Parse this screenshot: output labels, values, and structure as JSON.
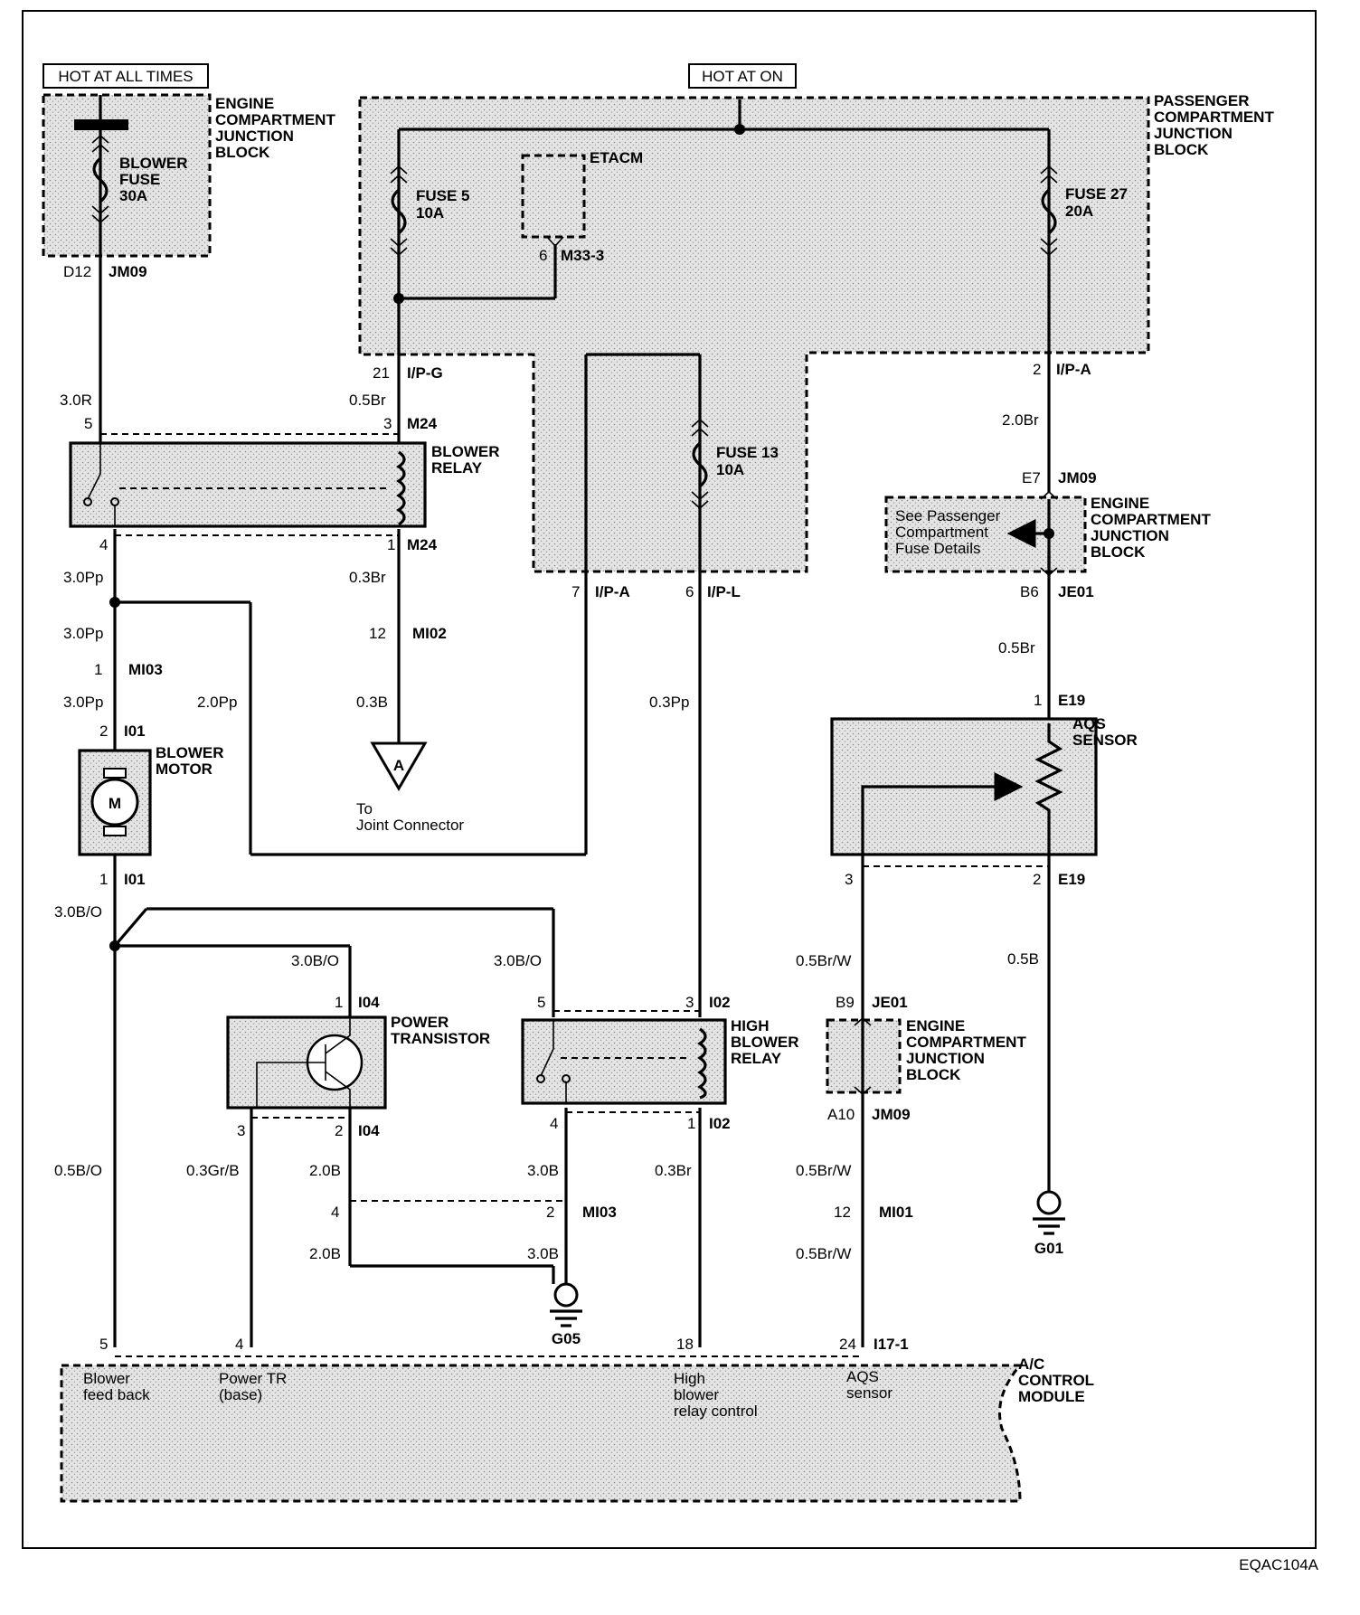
{
  "diagram_id": "EQAC104A",
  "power_labels": {
    "hot_always": "HOT AT ALL TIMES",
    "hot_on": "HOT AT ON"
  },
  "blocks": {
    "ecjb_top": [
      "ENGINE",
      "COMPARTMENT",
      "JUNCTION",
      "BLOCK"
    ],
    "pcjb": [
      "PASSENGER",
      "COMPARTMENT",
      "JUNCTION",
      "BLOCK"
    ],
    "ecjb_mid": [
      "ENGINE",
      "COMPARTMENT",
      "JUNCTION",
      "BLOCK"
    ],
    "ecjb_low": [
      "ENGINE",
      "COMPARTMENT",
      "JUNCTION",
      "BLOCK"
    ],
    "etacm": "ETACM",
    "see_details": [
      "See Passenger",
      "Compartment",
      "Fuse Details"
    ]
  },
  "fuses": {
    "blower": [
      "BLOWER",
      "FUSE",
      "30A"
    ],
    "fuse5": [
      "FUSE 5",
      "10A"
    ],
    "fuse27": [
      "FUSE 27",
      "20A"
    ],
    "fuse13": [
      "FUSE 13",
      "10A"
    ]
  },
  "components": {
    "blower_relay": [
      "BLOWER",
      "RELAY"
    ],
    "blower_motor": [
      "BLOWER",
      "MOTOR"
    ],
    "motor_symbol": "M",
    "power_transistor": [
      "POWER",
      "TRANSISTOR"
    ],
    "high_blower_relay": [
      "HIGH",
      "BLOWER",
      "RELAY"
    ],
    "aqs_sensor": [
      "AQS",
      "SENSOR"
    ],
    "ac_control_module": [
      "A/C",
      "CONTROL",
      "MODULE"
    ],
    "joint_symbol": "A",
    "joint_connector": [
      "To",
      "Joint Connector"
    ]
  },
  "grounds": {
    "g05": "G05",
    "g01": "G01"
  },
  "module_pins": {
    "blower_feedback": [
      "Blower",
      "feed back"
    ],
    "power_tr": [
      "Power TR",
      "(base)"
    ],
    "high_blower": [
      "High",
      "blower",
      "relay control"
    ],
    "aqs": [
      "AQS",
      "sensor"
    ]
  },
  "pins": {
    "d12": "D12",
    "jm09_a": "JM09",
    "p21": "21",
    "ipg": "I/P-G",
    "p6_m333": "6",
    "m333": "M33-3",
    "p2_ipa": "2",
    "ipa_top": "I/P-A",
    "p5_m24": "5",
    "p3_m24": "3",
    "m24_a": "M24",
    "p4_m24": "4",
    "p1_m24": "1",
    "m24_b": "M24",
    "e7": "E7",
    "jm09_b": "JM09",
    "b6": "B6",
    "je01_a": "JE01",
    "p7": "7",
    "ipa_mid": "I/P-A",
    "p6_ipl": "6",
    "ipl": "I/P-L",
    "p12_mi02": "12",
    "mi02": "MI02",
    "p1_mi03": "1",
    "mi03_a": "MI03",
    "p1_e19": "1",
    "e19_a": "E19",
    "p2_i01": "2",
    "i01_a": "I01",
    "p1_i01": "1",
    "i01_b": "I01",
    "p3_e19": "3",
    "p2_e19": "2",
    "e19_b": "E19",
    "p1_i04": "1",
    "i04_a": "I04",
    "p5_i02": "5",
    "p3_i02": "3",
    "i02_a": "I02",
    "b9": "B9",
    "je01_b": "JE01",
    "p3_i04": "3",
    "p2_i04": "2",
    "i04_b": "I04",
    "p4_i02": "4",
    "p1_i02": "1",
    "i02_b": "I02",
    "a10": "A10",
    "jm09_c": "JM09",
    "p4_mi03": "4",
    "p2_mi03": "2",
    "mi03_b": "MI03",
    "p12_mi01": "12",
    "mi01": "MI01",
    "p5_mod": "5",
    "p4_mod": "4",
    "p18_mod": "18",
    "p24_mod": "24",
    "i171": "I17-1"
  },
  "wires": {
    "w30r": "3.0R",
    "w05br": "0.5Br",
    "w20br": "2.0Br",
    "w30pp_a": "3.0Pp",
    "w03br": "0.3Br",
    "w30pp_b": "3.0Pp",
    "w30pp_c": "3.0Pp",
    "w20pp": "2.0Pp",
    "w03b": "0.3B",
    "w05br_b": "0.5Br",
    "w03pp": "0.3Pp",
    "w30bo_a": "3.0B/O",
    "w30bo_b": "3.0B/O",
    "w30bo_c": "3.0B/O",
    "w05brw_a": "0.5Br/W",
    "w05b": "0.5B",
    "w05bo": "0.5B/O",
    "w03grb": "0.3Gr/B",
    "w20b_a": "2.0B",
    "w30b_a": "3.0B",
    "w03br_b": "0.3Br",
    "w05brw_b": "0.5Br/W",
    "w20b_b": "2.0B",
    "w30b_b": "3.0B",
    "w05brw_c": "0.5Br/W"
  }
}
